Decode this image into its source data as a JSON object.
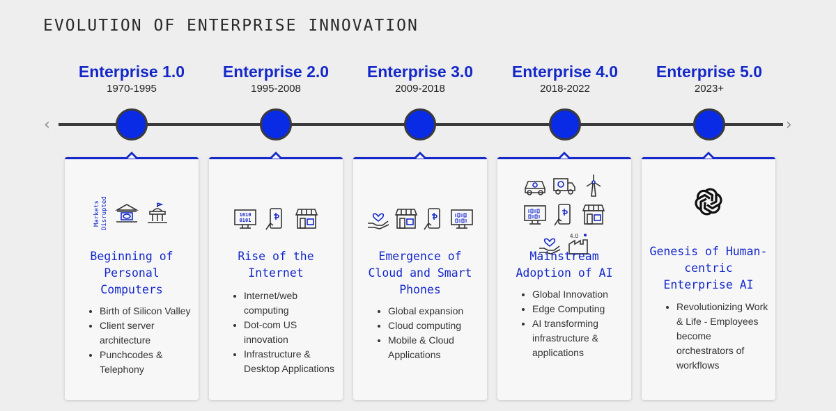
{
  "page": {
    "title": "EVOLUTION OF ENTERPRISE INNOVATION"
  },
  "colors": {
    "accent": "#1428c8",
    "node": "#0a2be6",
    "line": "#3a3a3a",
    "background": "#eeeeef"
  },
  "eras": [
    {
      "name": "Enterprise 1.0",
      "years": "1970-1995",
      "heading": "Beginning of Personal Computers",
      "icon_label": "Markets Disrupted",
      "icons": [
        "bank-icon",
        "capitol-icon"
      ],
      "bullets": [
        "Birth of Silicon Valley",
        "Client server architecture",
        "Punchcodes & Telephony"
      ]
    },
    {
      "name": "Enterprise 2.0",
      "years": "1995-2008",
      "heading": "Rise of the Internet",
      "icons": [
        "binary-monitor-icon",
        "phone-payment-icon",
        "storefront-icon"
      ],
      "bullets": [
        "Internet/web computing",
        "Dot-com US innovation",
        "Infrastructure & Desktop Applications"
      ]
    },
    {
      "name": "Enterprise 3.0",
      "years": "2009-2018",
      "heading": "Emergence of Cloud and Smart Phones",
      "icons": [
        "heart-hand-icon",
        "storefront-icon",
        "phone-payment-icon",
        "binary-monitor-icon"
      ],
      "bullets": [
        "Global expansion",
        "Cloud computing",
        "Mobile & Cloud Applications"
      ]
    },
    {
      "name": "Enterprise 4.0",
      "years": "2018-2022",
      "heading": "Mainstream Adoption of AI",
      "icons": [
        "car-icon",
        "truck-icon",
        "wind-turbine-icon",
        "binary-monitor-icon",
        "phone-payment-icon",
        "storefront-icon",
        "heart-hand-icon",
        "factory-icon"
      ],
      "icon_text": {
        "binary": "1010\n0101",
        "factory": "4.0"
      },
      "bullets": [
        "Global Innovation",
        "Edge Computing",
        "AI transforming infrastructure & applications"
      ]
    },
    {
      "name": "Enterprise 5.0",
      "years": "2023+",
      "heading": "Genesis of Human-centric Enterprise AI",
      "icons": [
        "ai-knot-logo-icon"
      ],
      "bullets": [
        "Revolutionizing Work & Life - Employees become orchestrators of workflows"
      ]
    }
  ]
}
